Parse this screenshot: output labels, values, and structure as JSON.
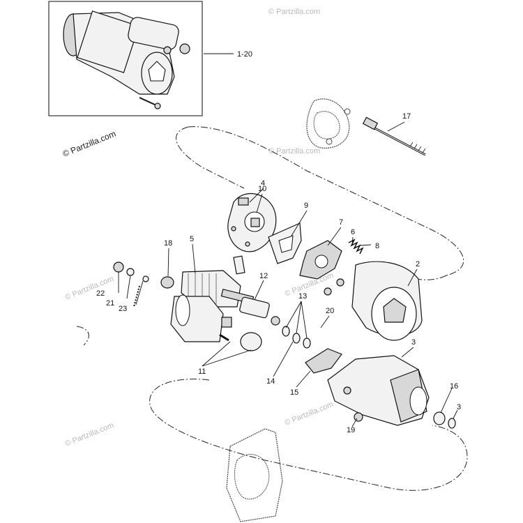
{
  "watermark": {
    "main": "© Partzilla.com",
    "faint": "© Partzilla.com"
  },
  "inset": {
    "callout": "1-20"
  },
  "callouts": {
    "c2": "2",
    "c3a": "3",
    "c3b": "3",
    "c4": "4",
    "c5": "5",
    "c6": "6",
    "c7": "7",
    "c8": "8",
    "c9": "9",
    "c10": "10",
    "c11": "11",
    "c12": "12",
    "c13": "13",
    "c14": "14",
    "c15": "15",
    "c16": "16",
    "c17": "17",
    "c18": "18",
    "c19": "19",
    "c20": "20",
    "c21": "21",
    "c22": "22",
    "c23": "23"
  }
}
